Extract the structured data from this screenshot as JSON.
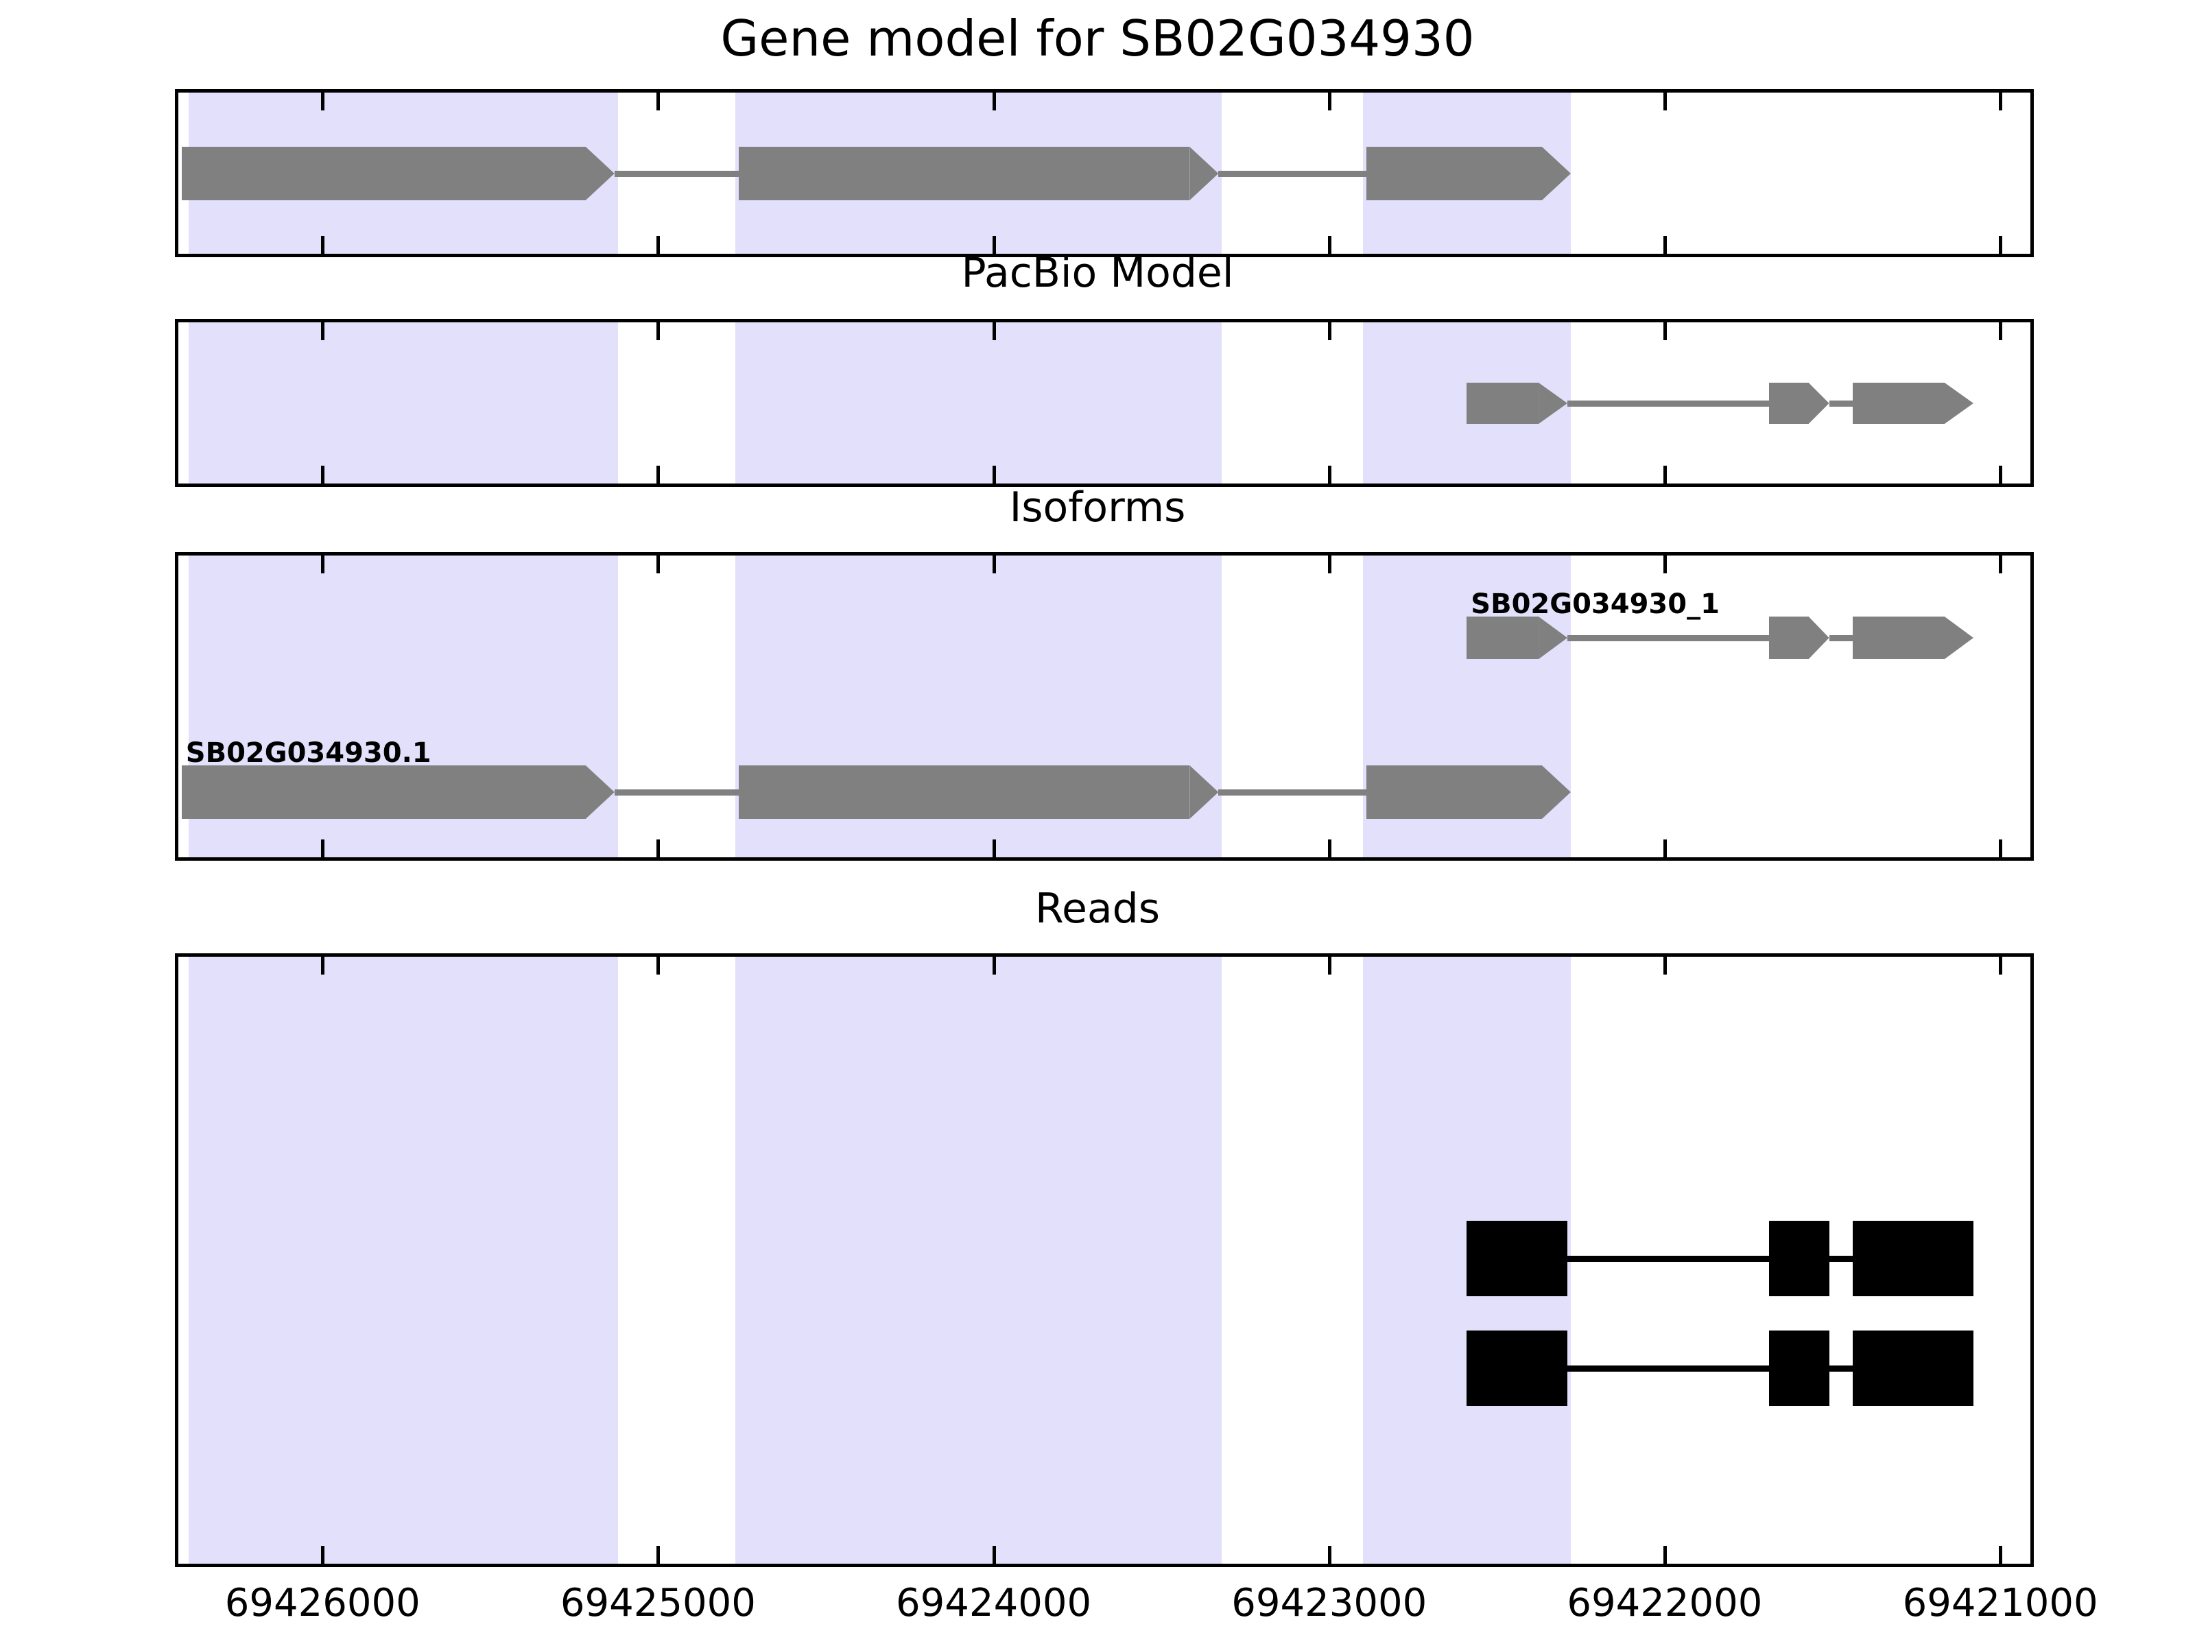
{
  "figure": {
    "title": "Gene model for SB02G034930",
    "background": "#ffffff",
    "feature_color": "#808080",
    "read_color": "#000000",
    "highlight_color": "#E2E0FA",
    "axis_color": "#000000"
  },
  "axis": {
    "orientation": "reversed",
    "xmin": 69420900,
    "xmax": 69426440,
    "ticks": [
      69426000,
      69425000,
      69424000,
      69423000,
      69422000,
      69421000
    ],
    "tick_labels": [
      "69426000",
      "69425000",
      "69424000",
      "69423000",
      "69422000",
      "69421000"
    ]
  },
  "highlight_bands": [
    {
      "start": 69426400,
      "end": 69425120
    },
    {
      "start": 69424770,
      "end": 69423320
    },
    {
      "start": 69422900,
      "end": 69422280
    }
  ],
  "panels": [
    {
      "name": "gene-model",
      "title": "Gene model for SB02G034930",
      "title_shown": false,
      "features": [
        {
          "name": "SB02G034930",
          "label": "",
          "strand": "-",
          "color": "#808080",
          "exons": [
            {
              "start": 69426420,
              "end": 69425130
            },
            {
              "start": 69424760,
              "end": 69423330
            },
            {
              "start": 69422890,
              "end": 69422280
            }
          ]
        }
      ]
    },
    {
      "name": "pacbio-model",
      "title": "PacBio Model",
      "title_shown": true,
      "features": [
        {
          "name": "pacbio-transcript",
          "label": "",
          "strand": "-",
          "color": "#808080",
          "exons": [
            {
              "start": 69422590,
              "end": 69422290
            },
            {
              "start": 69421690,
              "end": 69421510
            },
            {
              "start": 69421440,
              "end": 69421080
            }
          ]
        }
      ]
    },
    {
      "name": "isoforms",
      "title": "Isoforms",
      "title_shown": true,
      "features": [
        {
          "name": "SB02G034930_1",
          "label": "SB02G034930_1",
          "strand": "-",
          "color": "#808080",
          "exons": [
            {
              "start": 69422590,
              "end": 69422290
            },
            {
              "start": 69421690,
              "end": 69421510
            },
            {
              "start": 69421440,
              "end": 69421080
            }
          ]
        },
        {
          "name": "SB02G034930.1",
          "label": "SB02G034930.1",
          "strand": "-",
          "color": "#808080",
          "exons": [
            {
              "start": 69426420,
              "end": 69425130
            },
            {
              "start": 69424760,
              "end": 69423330
            },
            {
              "start": 69422890,
              "end": 69422280
            }
          ]
        }
      ]
    },
    {
      "name": "reads",
      "title": "Reads",
      "title_shown": true,
      "features": [
        {
          "name": "read-1",
          "label": "",
          "strand": "-",
          "color": "#000000",
          "exons": [
            {
              "start": 69422590,
              "end": 69422290
            },
            {
              "start": 69421690,
              "end": 69421510
            },
            {
              "start": 69421440,
              "end": 69421080
            }
          ]
        },
        {
          "name": "read-2",
          "label": "",
          "strand": "-",
          "color": "#000000",
          "exons": [
            {
              "start": 69422590,
              "end": 69422290
            },
            {
              "start": 69421690,
              "end": 69421510
            },
            {
              "start": 69421440,
              "end": 69421080
            }
          ]
        }
      ]
    }
  ]
}
